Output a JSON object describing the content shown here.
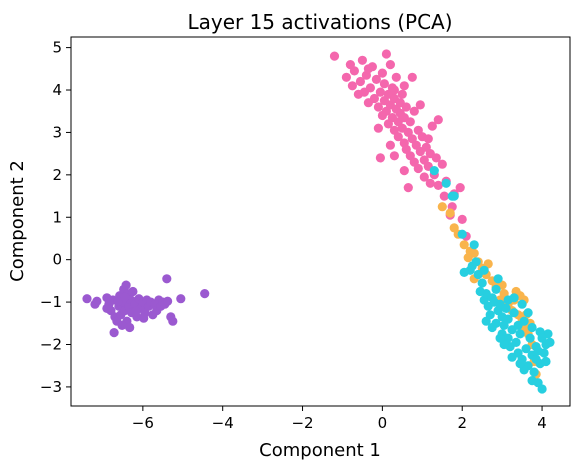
{
  "chart_data": {
    "type": "scatter",
    "title": "Layer 15 activations (PCA)",
    "xlabel": "Component 1",
    "ylabel": "Component 2",
    "xlim": [
      -7.8,
      4.7
    ],
    "ylim": [
      -3.45,
      5.25
    ],
    "xticks": [
      -6,
      -4,
      -2,
      0,
      2,
      4
    ],
    "yticks": [
      -3,
      -2,
      -1,
      0,
      1,
      2,
      3,
      4,
      5
    ],
    "xtick_labels": [
      "−6",
      "−4",
      "−2",
      "0",
      "2",
      "4"
    ],
    "ytick_labels": [
      "−3",
      "−2",
      "−1",
      "0",
      "1",
      "2",
      "3",
      "4",
      "5"
    ],
    "grid": false,
    "series": [
      {
        "color": "#9b59d0",
        "points": [
          [
            -7.4,
            -0.92
          ],
          [
            -7.2,
            -1.05
          ],
          [
            -7.15,
            -0.98
          ],
          [
            -6.9,
            -0.9
          ],
          [
            -6.85,
            -1.05
          ],
          [
            -6.8,
            -1.2
          ],
          [
            -6.75,
            -0.95
          ],
          [
            -6.7,
            -1.35
          ],
          [
            -6.72,
            -1.72
          ],
          [
            -6.65,
            -1.45
          ],
          [
            -6.6,
            -1.1
          ],
          [
            -6.58,
            -0.85
          ],
          [
            -6.55,
            -1.3
          ],
          [
            -6.5,
            -1.0
          ],
          [
            -6.48,
            -0.7
          ],
          [
            -6.45,
            -1.2
          ],
          [
            -6.42,
            -0.6
          ],
          [
            -6.4,
            -1.45
          ],
          [
            -6.38,
            -0.8
          ],
          [
            -6.35,
            -1.1
          ],
          [
            -6.3,
            -0.95
          ],
          [
            -6.28,
            -1.25
          ],
          [
            -6.25,
            -0.75
          ],
          [
            -6.2,
            -1.05
          ],
          [
            -6.15,
            -1.35
          ],
          [
            -6.1,
            -0.92
          ],
          [
            -6.05,
            -1.15
          ],
          [
            -6.0,
            -1.0
          ],
          [
            -5.95,
            -1.25
          ],
          [
            -5.9,
            -0.95
          ],
          [
            -5.85,
            -1.1
          ],
          [
            -5.8,
            -1.0
          ],
          [
            -5.75,
            -1.3
          ],
          [
            -5.7,
            -1.05
          ],
          [
            -5.65,
            -1.2
          ],
          [
            -5.6,
            -0.95
          ],
          [
            -5.55,
            -1.1
          ],
          [
            -5.5,
            -1.0
          ],
          [
            -5.45,
            -1.05
          ],
          [
            -5.4,
            -0.45
          ],
          [
            -5.38,
            -0.98
          ],
          [
            -5.3,
            -1.35
          ],
          [
            -5.25,
            -1.45
          ],
          [
            -5.05,
            -0.92
          ],
          [
            -4.45,
            -0.8
          ],
          [
            -6.52,
            -1.55
          ],
          [
            -6.62,
            -0.98
          ],
          [
            -6.33,
            -1.6
          ],
          [
            -6.18,
            -1.22
          ],
          [
            -5.98,
            -1.38
          ],
          [
            -6.9,
            -1.15
          ],
          [
            -6.45,
            -0.88
          ]
        ]
      },
      {
        "color": "#f467ad",
        "points": [
          [
            -1.2,
            4.8
          ],
          [
            -0.9,
            4.3
          ],
          [
            -0.8,
            4.6
          ],
          [
            -0.75,
            4.1
          ],
          [
            -0.7,
            4.45
          ],
          [
            -0.6,
            3.9
          ],
          [
            -0.55,
            4.2
          ],
          [
            -0.5,
            4.7
          ],
          [
            -0.45,
            3.95
          ],
          [
            -0.4,
            4.35
          ],
          [
            -0.35,
            3.7
          ],
          [
            -0.3,
            4.05
          ],
          [
            -0.25,
            4.55
          ],
          [
            -0.2,
            3.8
          ],
          [
            -0.15,
            4.25
          ],
          [
            -0.1,
            3.6
          ],
          [
            -0.05,
            3.95
          ],
          [
            0.0,
            4.4
          ],
          [
            0.0,
            3.4
          ],
          [
            0.05,
            3.75
          ],
          [
            0.05,
            4.15
          ],
          [
            0.1,
            3.5
          ],
          [
            0.1,
            4.85
          ],
          [
            0.15,
            3.9
          ],
          [
            0.15,
            3.2
          ],
          [
            0.2,
            4.6
          ],
          [
            0.2,
            3.65
          ],
          [
            0.25,
            3.35
          ],
          [
            0.25,
            4.05
          ],
          [
            0.3,
            3.8
          ],
          [
            0.3,
            3.05
          ],
          [
            0.35,
            3.55
          ],
          [
            0.35,
            4.3
          ],
          [
            0.4,
            3.25
          ],
          [
            0.4,
            2.9
          ],
          [
            0.45,
            3.7
          ],
          [
            0.45,
            3.45
          ],
          [
            0.5,
            3.1
          ],
          [
            0.5,
            3.9
          ],
          [
            0.55,
            2.75
          ],
          [
            0.55,
            3.35
          ],
          [
            0.6,
            3.6
          ],
          [
            0.6,
            2.6
          ],
          [
            0.65,
            3.0
          ],
          [
            0.7,
            3.25
          ],
          [
            0.7,
            2.45
          ],
          [
            0.75,
            2.85
          ],
          [
            0.8,
            3.5
          ],
          [
            0.8,
            2.3
          ],
          [
            0.85,
            2.7
          ],
          [
            0.9,
            3.05
          ],
          [
            0.9,
            2.15
          ],
          [
            0.95,
            2.55
          ],
          [
            1.0,
            2.9
          ],
          [
            1.05,
            2.35
          ],
          [
            1.05,
            1.95
          ],
          [
            1.1,
            2.65
          ],
          [
            1.15,
            2.2
          ],
          [
            1.2,
            1.8
          ],
          [
            1.2,
            2.5
          ],
          [
            1.3,
            2.0
          ],
          [
            1.35,
            2.4
          ],
          [
            1.4,
            1.75
          ],
          [
            1.5,
            2.25
          ],
          [
            1.55,
            1.5
          ],
          [
            1.6,
            1.85
          ],
          [
            1.75,
            1.25
          ],
          [
            1.8,
            1.55
          ],
          [
            1.95,
            1.7
          ],
          [
            2.0,
            0.95
          ],
          [
            2.1,
            0.55
          ],
          [
            0.55,
            4.1
          ],
          [
            0.2,
            2.7
          ],
          [
            -0.05,
            2.4
          ],
          [
            1.25,
            3.15
          ],
          [
            1.4,
            3.3
          ],
          [
            0.55,
            2.1
          ],
          [
            0.65,
            1.7
          ],
          [
            1.15,
            2.85
          ],
          [
            0.95,
            3.65
          ],
          [
            0.75,
            4.3
          ],
          [
            -0.35,
            4.5
          ],
          [
            0.3,
            4.0
          ],
          [
            -0.1,
            3.1
          ],
          [
            1.7,
            1.05
          ],
          [
            0.3,
            2.45
          ]
        ]
      },
      {
        "color": "#f9b44c",
        "points": [
          [
            1.5,
            1.25
          ],
          [
            1.7,
            1.1
          ],
          [
            1.8,
            0.75
          ],
          [
            1.9,
            0.6
          ],
          [
            2.05,
            0.35
          ],
          [
            2.2,
            0.2
          ],
          [
            2.3,
            0.15
          ],
          [
            2.4,
            -0.05
          ],
          [
            2.5,
            -0.2
          ],
          [
            2.6,
            -0.35
          ],
          [
            2.75,
            -0.5
          ],
          [
            2.85,
            -0.65
          ],
          [
            2.95,
            -0.95
          ],
          [
            3.05,
            -0.8
          ],
          [
            3.15,
            -1.05
          ],
          [
            3.25,
            -1.2
          ],
          [
            3.3,
            -0.95
          ],
          [
            3.4,
            -1.3
          ],
          [
            3.45,
            -0.85
          ],
          [
            3.5,
            -1.4
          ],
          [
            3.55,
            -1.6
          ],
          [
            3.6,
            -1.3
          ],
          [
            3.65,
            -1.75
          ],
          [
            3.7,
            -1.5
          ],
          [
            3.75,
            -2.0
          ],
          [
            3.8,
            -2.4
          ],
          [
            3.85,
            -2.7
          ],
          [
            2.3,
            -0.45
          ],
          [
            2.65,
            -0.1
          ],
          [
            3.0,
            -0.6
          ],
          [
            3.35,
            -0.75
          ],
          [
            3.55,
            -0.95
          ],
          [
            2.15,
            0.05
          ]
        ]
      },
      {
        "color": "#27cfe0",
        "points": [
          [
            1.3,
            2.1
          ],
          [
            1.75,
            1.5
          ],
          [
            1.6,
            1.8
          ],
          [
            2.0,
            0.6
          ],
          [
            2.3,
            0.35
          ],
          [
            2.35,
            -0.05
          ],
          [
            2.2,
            -0.25
          ],
          [
            2.4,
            -0.35
          ],
          [
            2.5,
            -0.55
          ],
          [
            2.55,
            -0.95
          ],
          [
            2.6,
            -0.8
          ],
          [
            2.65,
            -1.1
          ],
          [
            2.7,
            -1.3
          ],
          [
            2.75,
            -0.9
          ],
          [
            2.8,
            -1.0
          ],
          [
            2.85,
            -1.5
          ],
          [
            2.9,
            -1.2
          ],
          [
            2.95,
            -1.05
          ],
          [
            3.0,
            -1.75
          ],
          [
            3.0,
            -1.35
          ],
          [
            3.05,
            -1.55
          ],
          [
            3.1,
            -1.15
          ],
          [
            3.15,
            -1.85
          ],
          [
            3.2,
            -2.05
          ],
          [
            3.25,
            -1.65
          ],
          [
            3.3,
            -1.25
          ],
          [
            3.35,
            -1.95
          ],
          [
            3.4,
            -2.2
          ],
          [
            3.45,
            -1.75
          ],
          [
            3.5,
            -2.35
          ],
          [
            3.55,
            -1.45
          ],
          [
            3.6,
            -2.1
          ],
          [
            3.65,
            -2.5
          ],
          [
            3.7,
            -1.85
          ],
          [
            3.75,
            -2.25
          ],
          [
            3.8,
            -2.65
          ],
          [
            3.85,
            -2.05
          ],
          [
            3.9,
            -2.9
          ],
          [
            3.95,
            -2.45
          ],
          [
            4.0,
            -3.05
          ],
          [
            4.05,
            -2.2
          ],
          [
            4.1,
            -2.0
          ],
          [
            4.15,
            -1.75
          ],
          [
            4.2,
            -1.95
          ],
          [
            2.05,
            -0.3
          ],
          [
            2.25,
            -0.15
          ],
          [
            2.45,
            -0.75
          ],
          [
            2.85,
            -0.7
          ],
          [
            3.15,
            -0.95
          ],
          [
            3.3,
            -0.9
          ],
          [
            3.5,
            -1.05
          ],
          [
            3.55,
            -2.6
          ],
          [
            3.75,
            -1.6
          ],
          [
            3.95,
            -1.7
          ],
          [
            4.1,
            -2.4
          ],
          [
            2.75,
            -1.6
          ],
          [
            3.05,
            -2.0
          ],
          [
            3.25,
            -2.3
          ],
          [
            3.45,
            -2.45
          ],
          [
            2.6,
            -1.45
          ],
          [
            2.95,
            -1.85
          ],
          [
            3.85,
            -2.35
          ],
          [
            4.0,
            -1.85
          ],
          [
            3.65,
            -1.25
          ],
          [
            3.4,
            -1.55
          ],
          [
            3.15,
            -1.4
          ],
          [
            2.9,
            -0.45
          ],
          [
            2.55,
            -0.25
          ],
          [
            3.75,
            -2.85
          ],
          [
            3.9,
            -2.15
          ],
          [
            1.8,
            1.5
          ]
        ]
      }
    ]
  }
}
